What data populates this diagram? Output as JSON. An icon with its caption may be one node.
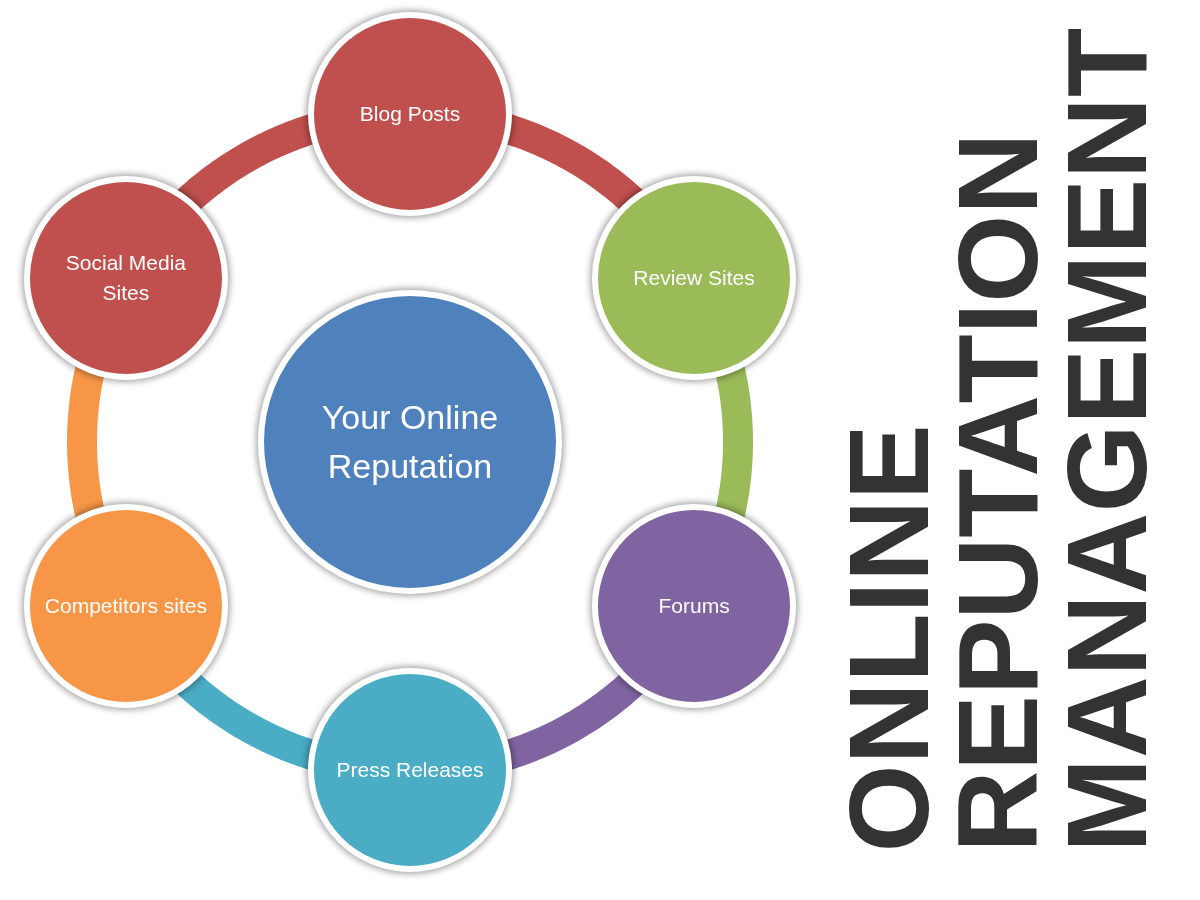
{
  "diagram": {
    "title": "ONLINE REPUTATION MANAGEMENT",
    "nodes": [
      {
        "text": [
          "Blog Posts"
        ]
      },
      {
        "text": [
          "Review Sites"
        ]
      },
      {
        "text": [
          "Forums"
        ]
      },
      {
        "text": [
          "Press Releases"
        ]
      },
      {
        "text": [
          "Competitors sites"
        ]
      },
      {
        "text": [
          "Social Media Sites"
        ]
      },
      {
        "text": [
          "Your Online Reputation"
        ]
      }
    ],
    "edges": [
      {
        "from": 0,
        "to": 1,
        "arrow": "none",
        "color": "#c0504d"
      },
      {
        "from": 1,
        "to": 2,
        "arrow": "none",
        "color": "#9bbb59"
      },
      {
        "from": 2,
        "to": 3,
        "arrow": "none",
        "color": "#8064a2"
      },
      {
        "from": 3,
        "to": 4,
        "arrow": "none",
        "color": "#4bacc6"
      },
      {
        "from": 4,
        "to": 5,
        "arrow": "none",
        "color": "#f79646"
      },
      {
        "from": 5,
        "to": 0,
        "arrow": "none",
        "color": "#c0504d"
      }
    ]
  }
}
